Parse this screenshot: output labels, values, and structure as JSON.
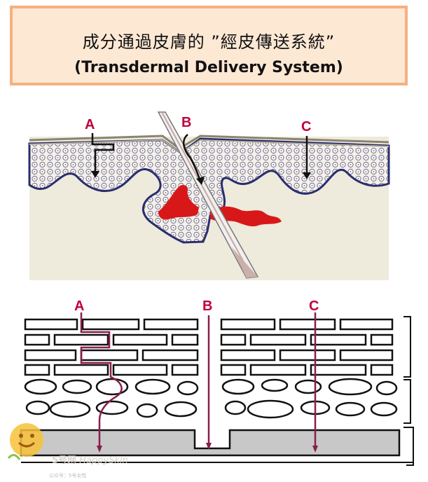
{
  "header": {
    "title_zh": "成分通過皮膚的 ”經皮傳送系統”",
    "title_en": "(Transdermal Delivery System)"
  },
  "diagram": {
    "top_labels": [
      "A",
      "B",
      "C"
    ],
    "bottom_labels": [
      "A",
      "B",
      "C"
    ]
  },
  "watermark": {
    "site": "5号网",
    "brand": "HappySkin",
    "sub": "公众号：5号女性"
  },
  "colors": {
    "title_bg": "#fde8d4",
    "title_border": "#f6b07e",
    "label": "#c0003a",
    "blood": "#d81818",
    "dermis": "#eeeadc",
    "gray_layer": "#c8c8c8",
    "path_line": "#8a1e4a"
  },
  "icons": [
    "smiley-logo-icon",
    "needle-icon",
    "arrow-down-icon"
  ]
}
